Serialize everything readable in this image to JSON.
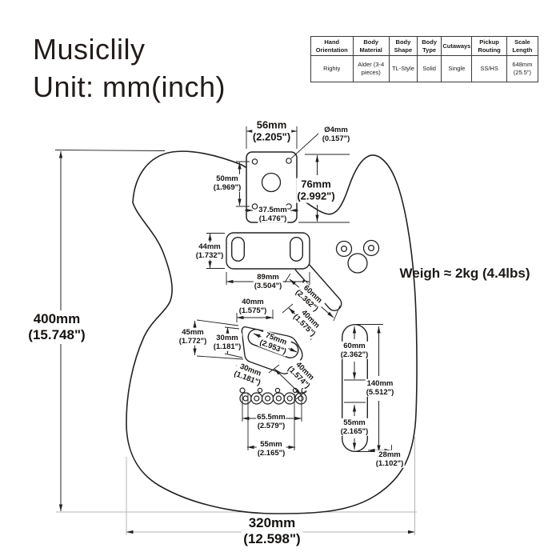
{
  "title": {
    "brand": "Musiclily",
    "unit_line": "Unit: mm(inch)"
  },
  "spec_table": {
    "headers": [
      "Hand Orientation",
      "Body Material",
      "Body Shape",
      "Body Type",
      "Cutaways",
      "Pickup Routing",
      "Scale Length"
    ],
    "values": [
      "Righty",
      "Alder (3-4 pieces)",
      "TL-Style",
      "Solid",
      "Single",
      "SS/HS",
      "648mm (25.5\")"
    ]
  },
  "weight_note": "Weigh ≈ 2kg (4.4lbs)",
  "dimensions": {
    "overall_length": {
      "mm": "400mm",
      "inch": "(15.748\")"
    },
    "overall_width": {
      "mm": "320mm",
      "inch": "(12.598\")"
    },
    "pocket_width": {
      "mm": "56mm",
      "inch": "(2.205\")"
    },
    "pocket_hole_dia": {
      "mm": "Ø4mm",
      "inch": "(0.157\")"
    },
    "pocket_screw_v": {
      "mm": "50mm",
      "inch": "(1.969\")"
    },
    "pocket_screw_h": {
      "mm": "37.5mm",
      "inch": "(1.476\")"
    },
    "pocket_length": {
      "mm": "76mm",
      "inch": "(2.992\")"
    },
    "neck_pickup_h": {
      "mm": "44mm",
      "inch": "(1.732\")"
    },
    "neck_pickup_w": {
      "mm": "89mm",
      "inch": "(3.504\")"
    },
    "wire_channel": {
      "mm": "60mm",
      "inch": "(2.362\")"
    },
    "bridge_top_w": {
      "mm": "40mm",
      "inch": "(1.575\")"
    },
    "bridge_right_u": {
      "mm": "40mm",
      "inch": "(1.575\")"
    },
    "bridge_left_h": {
      "mm": "45mm",
      "inch": "(1.772\")"
    },
    "bridge_left_u": {
      "mm": "30mm",
      "inch": "(1.181\")"
    },
    "bridge_slot": {
      "mm": "75mm",
      "inch": "(2.953\")"
    },
    "bridge_left_l": {
      "mm": "30mm",
      "inch": "(1.181\")"
    },
    "bridge_right_l": {
      "mm": "40mm",
      "inch": "(1.574\")"
    },
    "cavity_top": {
      "mm": "60mm",
      "inch": "(2.362\")"
    },
    "cavity_length": {
      "mm": "140mm",
      "inch": "(5.512\")"
    },
    "cavity_bottom": {
      "mm": "55mm",
      "inch": "(2.165\")"
    },
    "ferrule_outer": {
      "mm": "65.5mm",
      "inch": "(2.579\")"
    },
    "ferrule_inner": {
      "mm": "55mm",
      "inch": "(2.165\")"
    },
    "cavity_offset": {
      "mm": "28mm",
      "inch": "(1.102\")"
    }
  }
}
